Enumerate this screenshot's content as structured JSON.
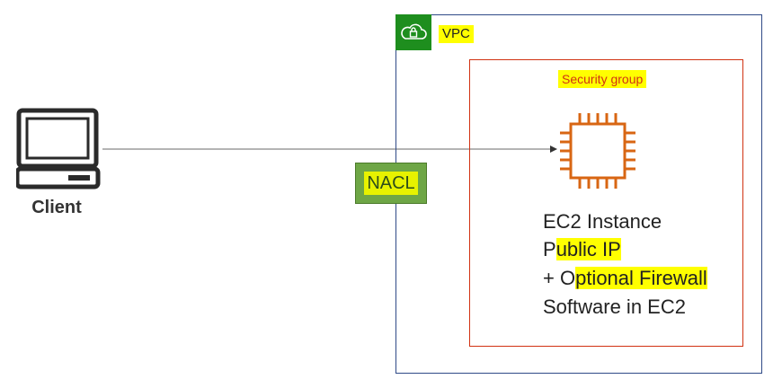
{
  "client": {
    "label": "Client"
  },
  "vpc": {
    "label": "VPC"
  },
  "security_group": {
    "label": "Security group"
  },
  "nacl": {
    "label": "NACL"
  },
  "ec2": {
    "line1": "EC2 Instance",
    "line2_prefix": "P",
    "line2_highlight": "ublic IP",
    "line3_prefix": "+ O",
    "line3_highlight": "ptional Firewall",
    "line4": "Software in EC2"
  },
  "colors": {
    "vpc_border": "#2f4a87",
    "vpc_icon_bg": "#1e8e1e",
    "security_group_border": "#d13212",
    "nacl_fill": "#6ea646",
    "highlight": "#ffff00",
    "ec2_orange": "#d86613",
    "arrow": "#888888"
  }
}
